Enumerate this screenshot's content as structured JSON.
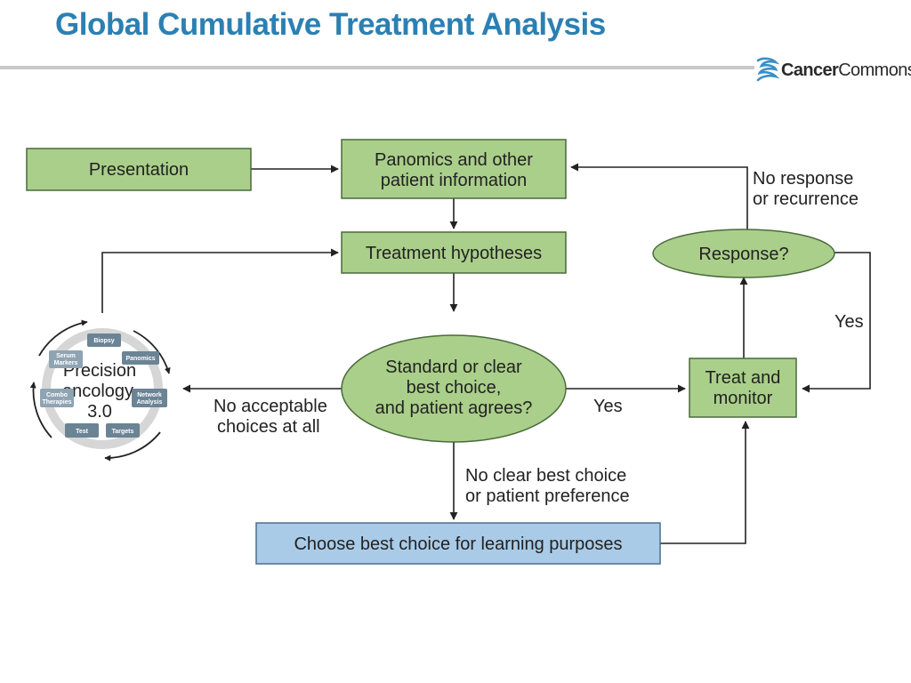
{
  "slide": {
    "title": "Global Cumulative Treatment Analysis"
  },
  "logo": {
    "name_bold": "Cancer",
    "name_light": "Commons"
  },
  "colors": {
    "title": "#2b80b2",
    "green_fill": "#aacf8a",
    "green_border": "#4a6a3c",
    "blue_fill": "#a9cbe7",
    "blue_border": "#4a6f8f",
    "cycle_box": "#6b8495",
    "cycle_box_light": "#8fa4b2"
  },
  "flowchart": {
    "nodes": {
      "presentation": "Presentation",
      "panomics_l1": "Panomics and other",
      "panomics_l2": "patient information",
      "hypotheses": "Treatment hypotheses",
      "decision_l1": "Standard or clear",
      "decision_l2": "best choice,",
      "decision_l3": "and patient agrees?",
      "response": "Response?",
      "treat_l1": "Treat and",
      "treat_l2": "monitor",
      "choose": "Choose best choice for learning purposes"
    },
    "edge_labels": {
      "no_response_l1": "No response",
      "no_response_l2": "or recurrence",
      "yes_right": "Yes",
      "yes_mid": "Yes",
      "no_acceptable_l1": "No acceptable",
      "no_acceptable_l2": "choices at all",
      "no_clear_l1": "No clear best choice",
      "no_clear_l2": "or patient preference"
    }
  },
  "precision_cycle": {
    "center_l1": "Precision",
    "center_l2": "oncology",
    "center_l3": "3.0",
    "steps": {
      "biopsy": "Biopsy",
      "panomics": "Panomics",
      "network_l1": "Network",
      "network_l2": "Analysis",
      "targets": "Targets",
      "test": "Test",
      "combo_l1": "Combo",
      "combo_l2": "Therapies",
      "serum_l1": "Serum",
      "serum_l2": "Markers"
    }
  }
}
